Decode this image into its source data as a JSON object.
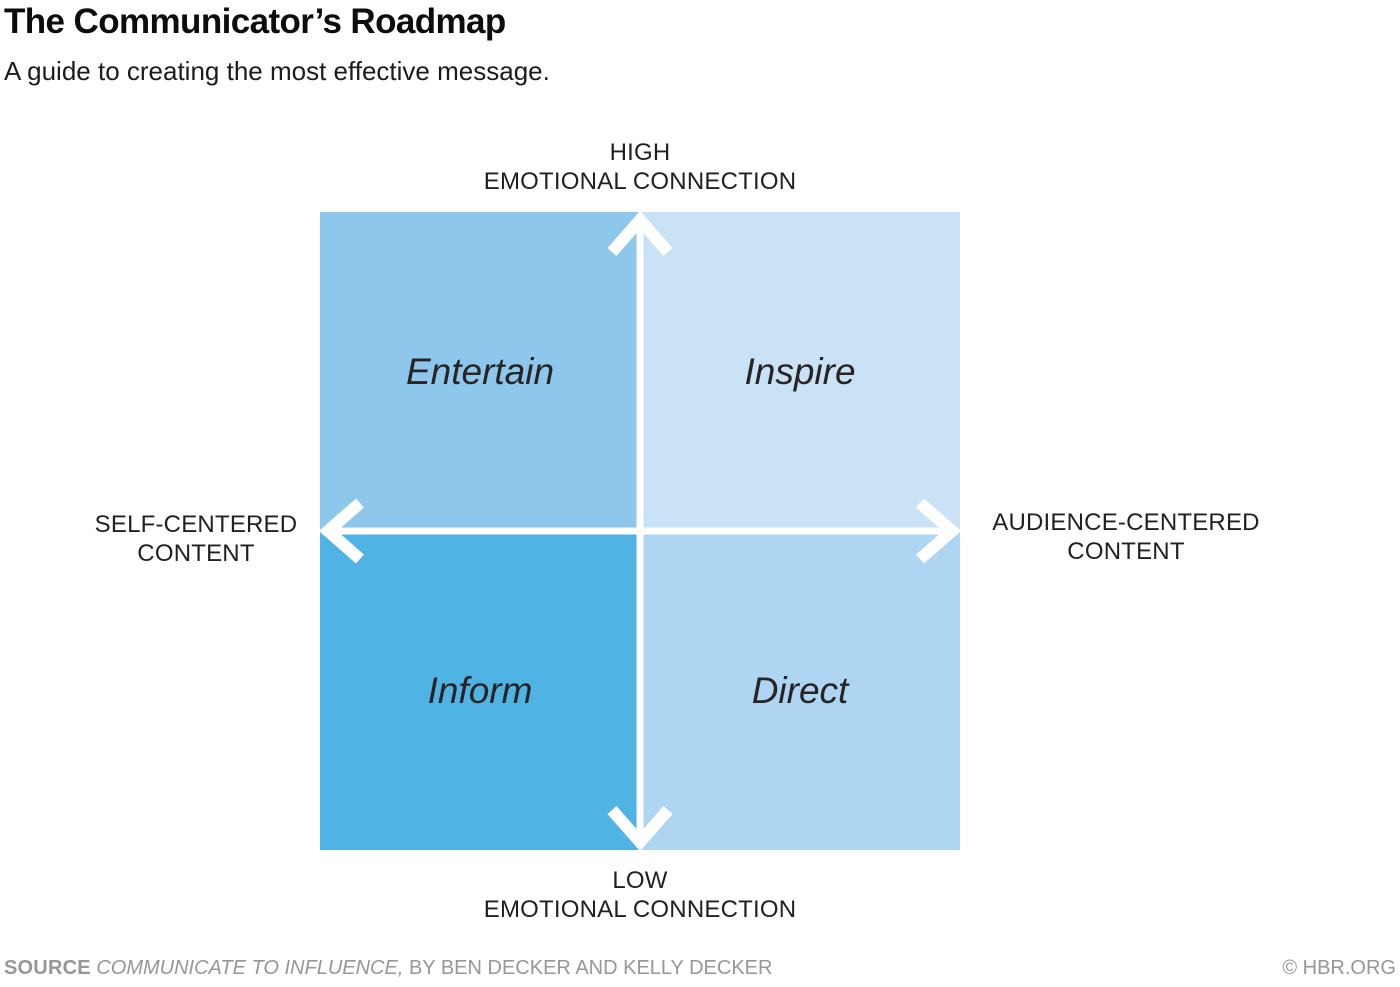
{
  "header": {
    "title": "The Communicator’s Roadmap",
    "subtitle": "A guide to creating the most effective message."
  },
  "matrix": {
    "axis_labels": {
      "top": {
        "line1": "HIGH",
        "line2": "EMOTIONAL CONNECTION"
      },
      "bottom": {
        "line1": "LOW",
        "line2": "EMOTIONAL CONNECTION"
      },
      "left": {
        "line1": "SELF-CENTERED",
        "line2": "CONTENT"
      },
      "right": {
        "line1": "AUDIENCE-CENTERED",
        "line2": "CONTENT"
      }
    },
    "quadrants": {
      "top_left": {
        "label": "Entertain",
        "color": "#8EC7EC"
      },
      "top_right": {
        "label": "Inspire",
        "color": "#C9E2F6"
      },
      "bottom_left": {
        "label": "Inform",
        "color": "#4FB3E4"
      },
      "bottom_right": {
        "label": "Direct",
        "color": "#AED5F1"
      }
    },
    "axis_arrow_color": "#FFFFFF"
  },
  "chart_data": {
    "type": "quadrant-matrix",
    "title": "The Communicator’s Roadmap",
    "subtitle": "A guide to creating the most effective message.",
    "x_axis": {
      "left_end": "SELF-CENTERED CONTENT",
      "right_end": "AUDIENCE-CENTERED CONTENT"
    },
    "y_axis": {
      "top_end": "HIGH EMOTIONAL CONNECTION",
      "bottom_end": "LOW EMOTIONAL CONNECTION"
    },
    "quadrants": [
      {
        "position": "top-left",
        "label": "Entertain",
        "color": "#8EC7EC"
      },
      {
        "position": "top-right",
        "label": "Inspire",
        "color": "#C9E2F6"
      },
      {
        "position": "bottom-left",
        "label": "Inform",
        "color": "#4FB3E4"
      },
      {
        "position": "bottom-right",
        "label": "Direct",
        "color": "#AED5F1"
      }
    ],
    "legend_position": "none",
    "grid": false
  },
  "footer": {
    "source_label": "SOURCE",
    "source_title": "COMMUNICATE TO INFLUENCE,",
    "source_authors": "BY BEN DECKER AND KELLY DECKER",
    "credit": "© HBR.ORG"
  }
}
